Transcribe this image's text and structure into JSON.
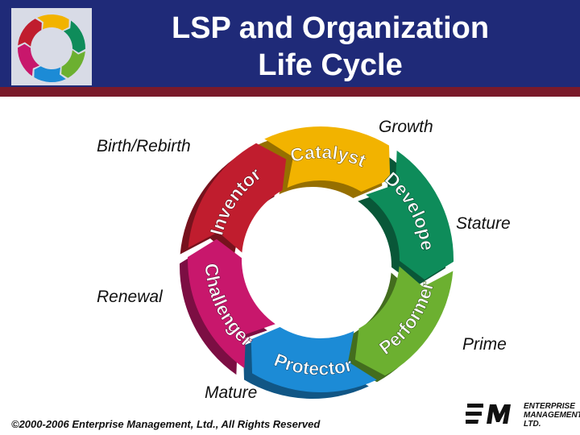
{
  "header": {
    "title_line1": "LSP and Organization",
    "title_line2": "Life Cycle"
  },
  "stages": {
    "birth": "Birth/Rebirth",
    "growth": "Growth",
    "stature": "Stature",
    "renewal": "Renewal",
    "prime": "Prime",
    "mature": "Mature"
  },
  "cycle": {
    "segments": [
      {
        "name": "inventor",
        "label": "Inventor",
        "color": "#c01d2e"
      },
      {
        "name": "catalyst",
        "label": "Catalyst",
        "color": "#f2b300"
      },
      {
        "name": "developer",
        "label": "Developer",
        "color": "#0e8c5a"
      },
      {
        "name": "performer",
        "label": "Performer",
        "color": "#6cb030"
      },
      {
        "name": "protector",
        "label": "Protector",
        "color": "#1c8bd6"
      },
      {
        "name": "challenger",
        "label": "Challenger",
        "color": "#c8176c"
      }
    ]
  },
  "footer": {
    "copyright": "©2000-2006 Enterprise Management, Ltd., All Rights Reserved"
  },
  "logo": {
    "line1": "ENTERPRISE",
    "line2": "MANAGEMENT",
    "line3": "LTD."
  },
  "colors": {
    "header_bg": "#1f2a78",
    "header_rule": "#7a1a2a"
  }
}
